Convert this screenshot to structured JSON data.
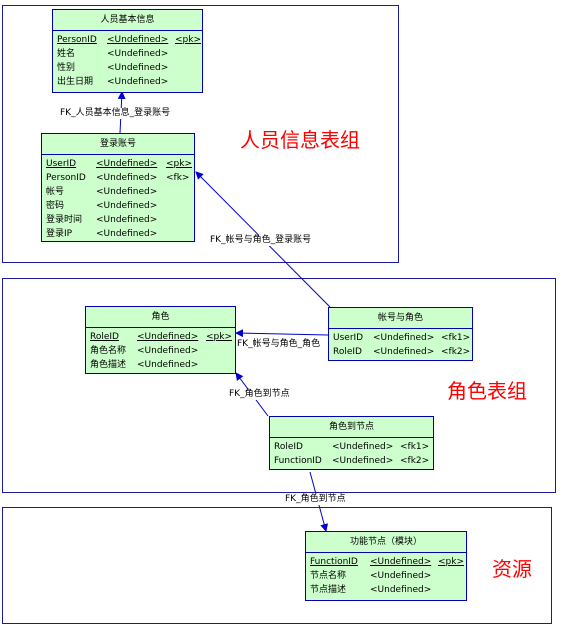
{
  "groups": {
    "person": {
      "label": "人员信息表组"
    },
    "role": {
      "label": "角色表组"
    },
    "resource": {
      "label": "资源"
    }
  },
  "entities": {
    "person_info": {
      "title": "人员基本信息",
      "columns": [
        {
          "name": "PersonID",
          "type": "<Undefined>",
          "key": "<pk>",
          "pk": true
        },
        {
          "name": "姓名",
          "type": "<Undefined>",
          "key": "",
          "pk": false
        },
        {
          "name": "性别",
          "type": "<Undefined>",
          "key": "",
          "pk": false
        },
        {
          "name": "出生日期",
          "type": "<Undefined>",
          "key": "",
          "pk": false
        }
      ]
    },
    "login_account": {
      "title": "登录账号",
      "columns": [
        {
          "name": "UserID",
          "type": "<Undefined>",
          "key": "<pk>",
          "pk": true
        },
        {
          "name": "PersonID",
          "type": "<Undefined>",
          "key": "<fk>",
          "pk": false
        },
        {
          "name": "帐号",
          "type": "<Undefined>",
          "key": "",
          "pk": false
        },
        {
          "name": "密码",
          "type": "<Undefined>",
          "key": "",
          "pk": false
        },
        {
          "name": "登录时间",
          "type": "<Undefined>",
          "key": "",
          "pk": false
        },
        {
          "name": "登录IP",
          "type": "<Undefined>",
          "key": "",
          "pk": false
        }
      ]
    },
    "role": {
      "title": "角色",
      "columns": [
        {
          "name": "RoleID",
          "type": "<Undefined>",
          "key": "<pk>",
          "pk": true
        },
        {
          "name": "角色名称",
          "type": "<Undefined>",
          "key": "",
          "pk": false
        },
        {
          "name": "角色描述",
          "type": "<Undefined>",
          "key": "",
          "pk": false
        }
      ]
    },
    "account_role": {
      "title": "帐号与角色",
      "columns": [
        {
          "name": "UserID",
          "type": "<Undefined>",
          "key": "<fk1>",
          "pk": false
        },
        {
          "name": "RoleID",
          "type": "<Undefined>",
          "key": "<fk2>",
          "pk": false
        }
      ]
    },
    "role_node": {
      "title": "角色到节点",
      "columns": [
        {
          "name": "RoleID",
          "type": "<Undefined>",
          "key": "<fk1>",
          "pk": false
        },
        {
          "name": "FunctionID",
          "type": "<Undefined>",
          "key": "<fk2>",
          "pk": false
        }
      ]
    },
    "function_node": {
      "title": "功能节点（模块）",
      "columns": [
        {
          "name": "FunctionID",
          "type": "<Undefined>",
          "key": "<pk>",
          "pk": true
        },
        {
          "name": "节点名称",
          "type": "<Undefined>",
          "key": "",
          "pk": false
        },
        {
          "name": "节点描述",
          "type": "<Undefined>",
          "key": "",
          "pk": false
        }
      ]
    }
  },
  "relations": {
    "fk_person_login": "FK_人员基本信息_登录账号",
    "fk_account_login": "FK_帐号与角色_登录账号",
    "fk_account_role": "FK_帐号与角色_角色",
    "fk_role_node_role": "FK_角色到节点",
    "fk_role_node_function": "FK_角色到节点"
  },
  "colors": {
    "entity_fill": "#ccffcc",
    "line": "#0000cc",
    "group_label": "#ff0000"
  }
}
